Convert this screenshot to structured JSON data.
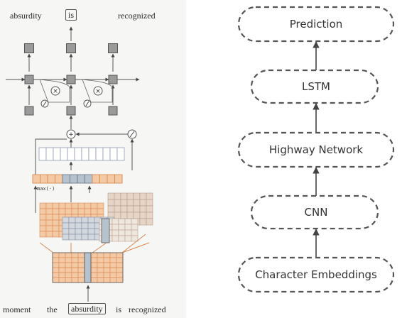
{
  "left": {
    "top_words": [
      "absurdity",
      "is",
      "recognized"
    ],
    "bottom_words": [
      "moment",
      "the",
      "absurdity",
      "is",
      "recognized"
    ],
    "max_label": "max(·)"
  },
  "right": {
    "nodes": [
      "Prediction",
      "LSTM",
      "Highway Network",
      "CNN",
      "Character Embeddings"
    ]
  },
  "colors": {
    "orange": "#d98a52",
    "orange_fill": "#f4c9a6",
    "gray_box": "#9a9a9a",
    "blue_gray": "#b7c2cf",
    "dash": "#555555"
  }
}
